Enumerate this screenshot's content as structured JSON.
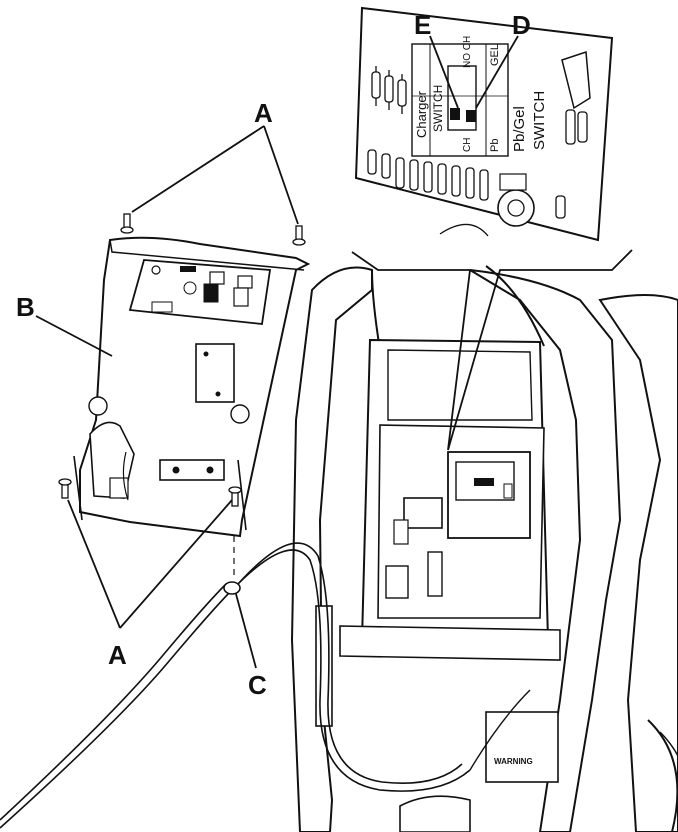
{
  "callouts": {
    "a_top": "A",
    "a_bottom": "A",
    "b": "B",
    "c": "C",
    "d": "D",
    "e": "E"
  },
  "board_labels": {
    "charger": "Charger",
    "switch_left": "SWITCH",
    "no_ch": "NO CH",
    "gel": "GEL",
    "ch": "CH",
    "pb": "Pb",
    "pb_gel": "Pb/Gel",
    "switch_right": "SWITCH"
  },
  "machine_labels": {
    "warning": "WARNING"
  }
}
